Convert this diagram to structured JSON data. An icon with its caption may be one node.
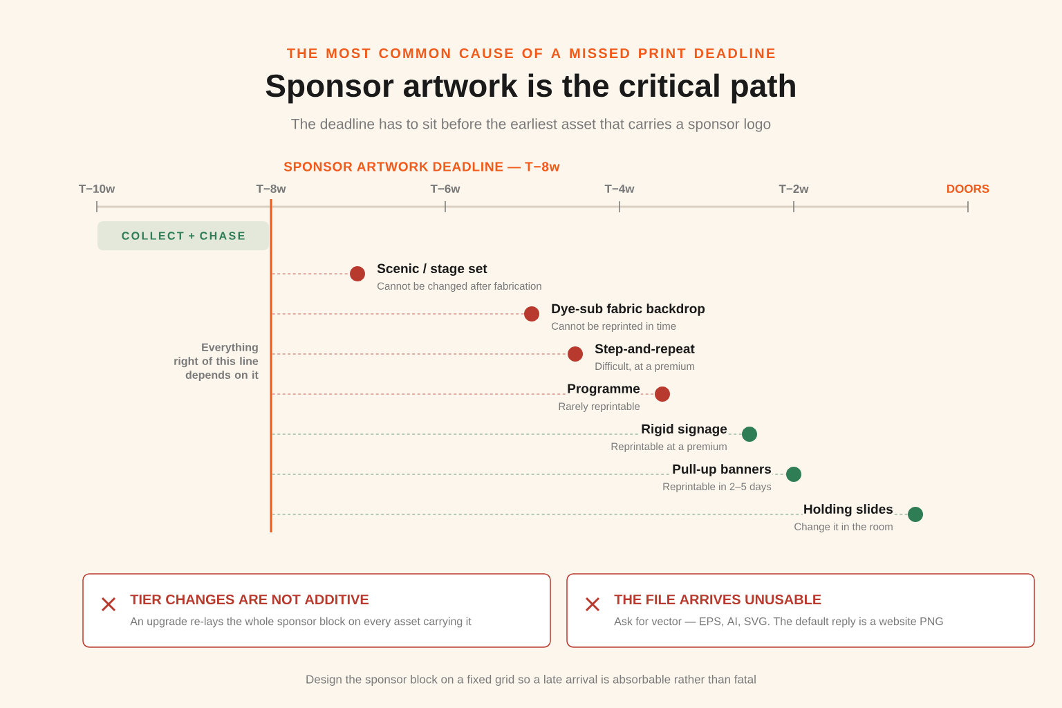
{
  "diagram": {
    "title": "Sponsor artwork is the critical path",
    "caption": "Design the sponsor block on a fixed grid so a late arrival is absorbable rather than fatal",
    "nodes": [
      {
        "text": [
          "COLLECT + CHASE"
        ]
      },
      {
        "text": [],
        "shape": "bar",
        "beside": [
          "SPONSOR ARTWORK DEADLINE — T−8w"
        ]
      },
      {
        "text": [],
        "shape": "circle",
        "beside": [
          "Scenic / stage set",
          "Cannot be changed after fabrication"
        ]
      },
      {
        "text": [],
        "shape": "circle",
        "beside": [
          "Dye-sub fabric backdrop",
          "Cannot be reprinted in time"
        ]
      },
      {
        "text": [],
        "shape": "circle",
        "beside": [
          "Step-and-repeat",
          "Difficult, at a premium"
        ]
      },
      {
        "text": [],
        "shape": "circle",
        "beside": [
          "Programme",
          "Rarely reprintable"
        ]
      },
      {
        "text": [],
        "shape": "circle",
        "beside": [
          "Rigid signage",
          "Reprintable at a premium"
        ]
      },
      {
        "text": [],
        "shape": "circle",
        "beside": [
          "Pull-up banners",
          "Reprintable in 2–5 days"
        ]
      },
      {
        "text": [],
        "shape": "circle",
        "beside": [
          "Holding slides",
          "Change it in the room"
        ]
      },
      {
        "text": [
          "TIER CHANGES ARE NOT ADDITIVE",
          "An upgrade re-lays the whole sponsor block on every asset carrying it"
        ]
      },
      {
        "text": [
          "THE FILE ARRIVES UNUSABLE",
          "Ask for vector — EPS, AI, SVG. The default reply is a website PNG"
        ]
      }
    ],
    "edges": [
      {
        "from": 1,
        "to": 2,
        "arrow": "none",
        "style": "dashed"
      },
      {
        "from": 1,
        "to": 3,
        "arrow": "none",
        "style": "dashed"
      },
      {
        "from": 1,
        "to": 4,
        "arrow": "none",
        "style": "dashed"
      },
      {
        "from": 1,
        "to": 5,
        "arrow": "none",
        "style": "dashed"
      },
      {
        "from": 1,
        "to": 6,
        "arrow": "none",
        "style": "dashed",
        "color": "#9dbba8"
      },
      {
        "from": 1,
        "to": 7,
        "arrow": "none",
        "style": "dashed",
        "color": "#9dbba8"
      },
      {
        "from": 1,
        "to": 8,
        "arrow": "none",
        "style": "dashed",
        "color": "#9dbba8"
      }
    ],
    "labels": [
      "THE MOST COMMON CAUSE OF A MISSED PRINT DEADLINE",
      "The deadline has to sit before the earliest asset that carries a sponsor logo",
      "T−10w",
      "T−8w",
      "T−6w",
      "T−4w",
      "T−2w",
      "DOORS",
      "Everything right of this line depends on it"
    ]
  }
}
